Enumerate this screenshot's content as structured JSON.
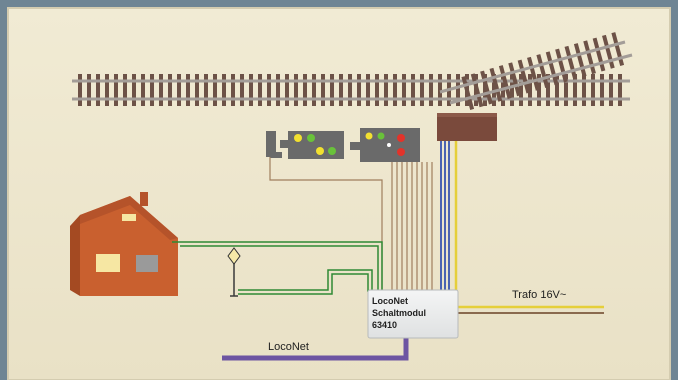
{
  "diagram": {
    "colors": {
      "frame": "#6f8594",
      "board": "#ede6cd",
      "rail": "#9c9691",
      "sleeper": "#6d5247",
      "house": "#c9602f",
      "wire_green": "#2f8a34",
      "wire_blue": "#4a62b2",
      "wire_yellow": "#e5cf3a",
      "wire_brown": "#8a6a4e",
      "loconet_cable": "#6d55a2",
      "module": "#eceeee"
    },
    "module": {
      "line1": "LocoNet",
      "line2": "Schaltmodul",
      "line3": "63410"
    },
    "labels": {
      "trafo": "Trafo 16V~",
      "loconet": "LocoNet"
    }
  }
}
